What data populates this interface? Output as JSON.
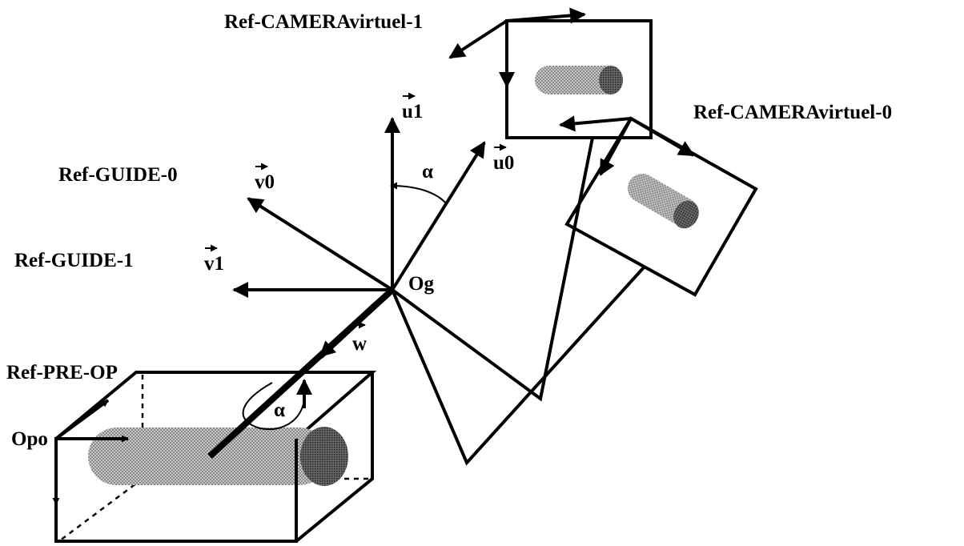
{
  "labels": {
    "ref_camera_1": "Ref-CAMERAvirtuel-1",
    "ref_camera_0": "Ref-CAMERAvirtuel-0",
    "ref_guide_0": "Ref-GUIDE-0",
    "ref_guide_1": "Ref-GUIDE-1",
    "ref_pre_op": "Ref-PRE-OP",
    "opo": "Opo",
    "og": "Og",
    "u1": "u1",
    "u0": "u0",
    "v0": "v0",
    "v1": "v1",
    "w": "w",
    "alpha_top": "α",
    "alpha_bottom": "α"
  },
  "colors": {
    "ink": "#000000",
    "background": "#ffffff",
    "stipple_light": "#b0b0b0",
    "stipple_dark": "#555555"
  }
}
